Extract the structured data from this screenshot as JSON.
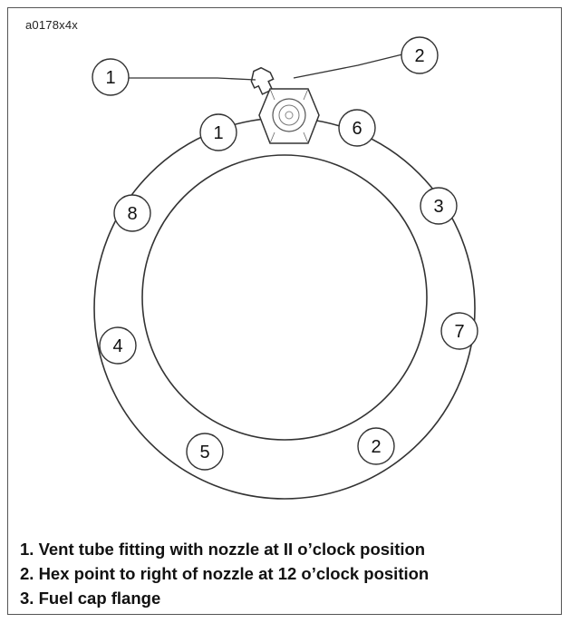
{
  "figure_id": "a0178x4x",
  "callouts": [
    {
      "id": "vent-fitting",
      "label": "1"
    },
    {
      "id": "hex-point",
      "label": "2"
    }
  ],
  "bolt_sequence": [
    "1",
    "6",
    "3",
    "7",
    "2",
    "5",
    "4",
    "8"
  ],
  "legend": [
    "1. Vent tube fitting with nozzle at II o’clock position",
    "2. Hex point to right of nozzle at 12 o’clock position",
    "3. Fuel cap flange"
  ],
  "colors": {
    "line": "#333333",
    "frame": "#555555",
    "text": "#111111"
  }
}
